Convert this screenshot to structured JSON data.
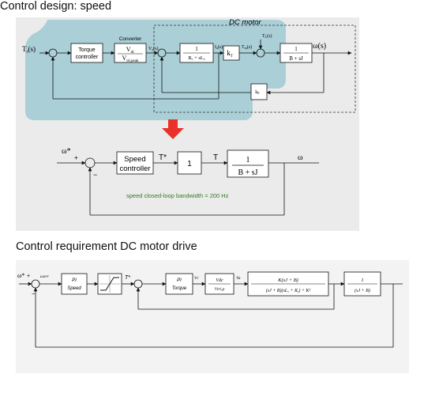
{
  "headings": {
    "speed_design": "Control design: speed",
    "requirement": "Control requirement DC motor drive"
  },
  "upper": {
    "dc_motor_label": "DC motor",
    "input_label": "T",
    "input_sub": "r",
    "input_suffix": "(s)",
    "torque_controller": [
      "Torque",
      "controller"
    ],
    "converter_label": "Converter",
    "converter_num": "V",
    "converter_num_sub": "dc",
    "converter_den": "V",
    "converter_den_sub": "tri,peak",
    "va_label": "V",
    "va_sub": "a",
    "va_suffix": "(s)",
    "ia_label": "I",
    "ia_sub": "a",
    "ia_suffix": "(s)",
    "elec_num": "1",
    "elec_den": "Rₐ + sLₐ",
    "kt_label": "k",
    "kt_sub": "T",
    "tm_label": "T",
    "tm_sub": "m",
    "tm_suffix": "(s)",
    "tl_label": "T",
    "tl_sub": "L",
    "tl_suffix": "(s)",
    "mech_num": "1",
    "mech_den": "B + sJ",
    "omega_out": "ω(s)",
    "ke_label": "k",
    "ke_sub": "E"
  },
  "middle": {
    "omega_ref": "ω*",
    "plus": "+",
    "minus": "−",
    "speed_controller": [
      "Speed",
      "controller"
    ],
    "t_star": "T*",
    "unity_block": "1",
    "t_label": "T",
    "plant_num": "1",
    "plant_den": "B + sJ",
    "omega_out": "ω",
    "bandwidth_note": "speed closed-loop bandwidth = 200 Hz"
  },
  "lower": {
    "omega_ref": "ω*",
    "omega_err": "ωerr",
    "pi_speed": [
      "PI",
      "Speed"
    ],
    "t_star": "T*",
    "pi_torque": [
      "PI",
      "Torque"
    ],
    "vc_label": "Vc",
    "gain_num": "Vdc",
    "gain_den": "Vtri,p",
    "va_label": "Va",
    "tf_num": "K(sJ + B)",
    "tf_den": "(sJ + B)(sLₐ + Rₐ) + K²",
    "mech_num": "1",
    "mech_den": "(sJ + B)",
    "plus": "+",
    "minus": "−"
  },
  "colors": {
    "teal_highlight": "#9fcad3",
    "down_arrow": "#e8322a",
    "bandwidth_text": "#2e7d1f",
    "panel_bg": "#ebebeb",
    "panel2_bg": "#f3f3f3"
  }
}
